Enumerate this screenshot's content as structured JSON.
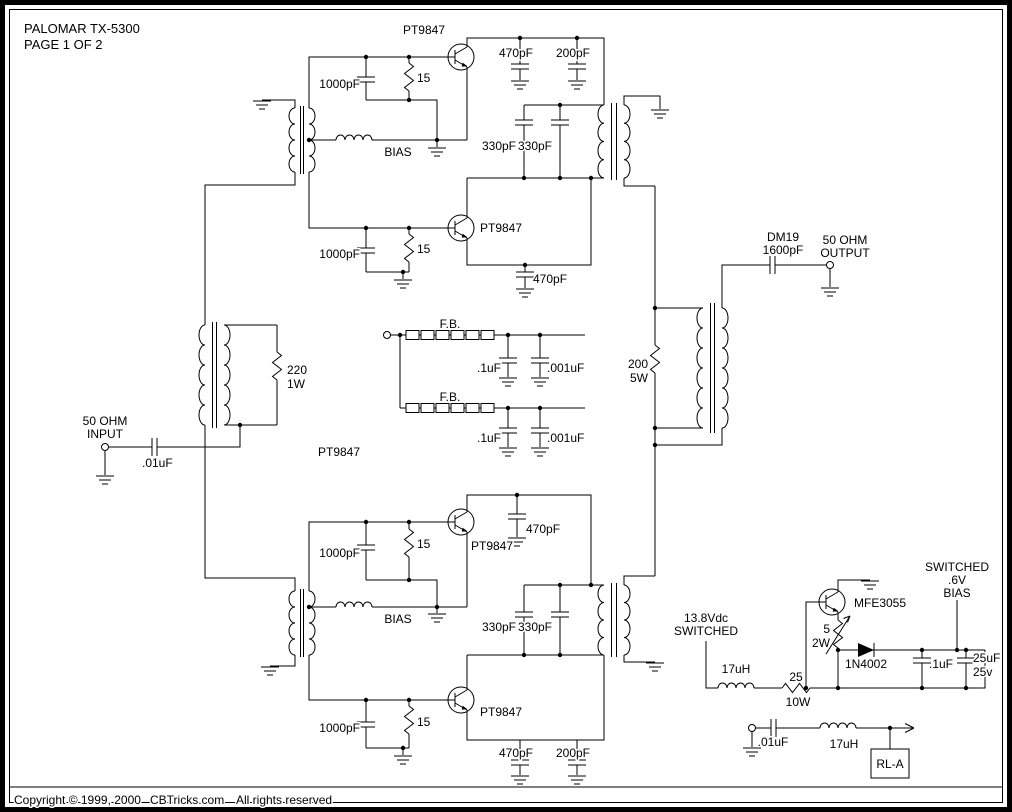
{
  "header": {
    "title": "PALOMAR TX-5300",
    "page": "PAGE 1 OF 2"
  },
  "footer": {
    "copyright": "Copyright ©  1999, 2000",
    "site": "CBTricks.com",
    "rights": "All rights reserved"
  },
  "input": {
    "line1": "50 OHM",
    "line2": "INPUT",
    "coupling_cap": ".01uF",
    "balun_r": "220",
    "balun_r_w": "1W"
  },
  "output": {
    "cap_name": "DM19",
    "cap_value": "1600pF",
    "line1": "50 OHM",
    "line2": "OUTPUT",
    "combiner_r": "200",
    "combiner_r_w": "5W"
  },
  "upper": {
    "q1": "PT9847",
    "q2": "PT9847",
    "q1_c_bypass1": "470pF",
    "q1_c_bypass2": "200pF",
    "q1_c_base": "1000pF",
    "q1_r_base": "15",
    "bias": "BIAS",
    "c_tune1": "330pF",
    "c_tune2": "330pF",
    "q2_c_base": "1000pF",
    "q2_r_base": "15",
    "q2_c_em": "470pF"
  },
  "mid": {
    "fb1": "F.B.",
    "fb2": "F.B.",
    "c1a": ".1uF",
    "c1b": ".001uF",
    "c2a": ".1uF",
    "c2b": ".001uF",
    "device": "PT9847"
  },
  "lower": {
    "q3": "PT9847",
    "q4": "PT9847",
    "q3_c_em": "470pF",
    "q3_c_base": "1000pF",
    "q3_r_base": "15",
    "bias": "BIAS",
    "c_tune1": "330pF",
    "c_tune2": "330pF",
    "q4_c_base": "1000pF",
    "q4_r_base": "15",
    "q4_c_bypass1": "470pF",
    "q4_c_bypass2": "200pF"
  },
  "power": {
    "supply1": "13.8Vdc",
    "supply2": "SWITCHED",
    "l1": "17uH",
    "r1": "25",
    "r1_w": "10W",
    "r2": "5",
    "r2_w": "2W",
    "q": "MFE3055",
    "d": "1N4002",
    "c1": ".1uF",
    "c2": "25uF",
    "c2_v": "25v",
    "bias1": "SWITCHED",
    "bias2": ".6V",
    "bias3": "BIAS",
    "c3": ".01uF",
    "l2": "17uH",
    "relay": "RL-A"
  },
  "colors": {
    "ink": "#000000",
    "paper": "#ffffff"
  }
}
